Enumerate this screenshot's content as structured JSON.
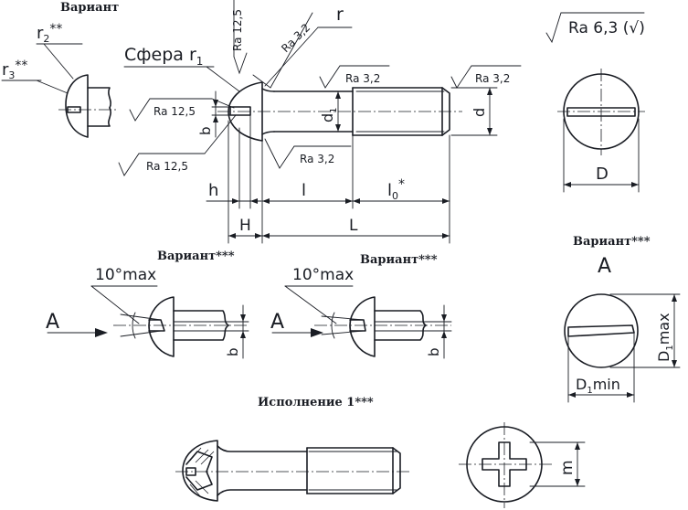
{
  "labels": {
    "variant": "Вариант",
    "variant_star": "Вариант***",
    "r2": "r",
    "r2_sub": "2",
    "r2_stars": "**",
    "r3": "r",
    "r3_sub": "3",
    "r3_stars": "**",
    "r": "r",
    "sphere": "Сфера r",
    "sphere_sub": "1",
    "ra_12_5": "Ra 12,5",
    "ra_3_2": "Ra 3,2",
    "ra_6_3": "Ra 6,3 (",
    "ra_6_3_close": ")",
    "d": "d",
    "d1": "d",
    "d1_sub": "1",
    "b": "b",
    "h": "h",
    "l": "l",
    "l0": "l",
    "l0_sub": "0",
    "l0_star": "*",
    "H": "H",
    "L": "L",
    "D": "D",
    "A": "A",
    "max10": "10°max",
    "D1max": "D",
    "D1max_sub": "1",
    "D1max_suffix": "max",
    "D1min": "D",
    "D1min_sub": "1",
    "D1min_suffix": "min",
    "m": "m",
    "ispolnenie": "Исполнение 1***"
  }
}
